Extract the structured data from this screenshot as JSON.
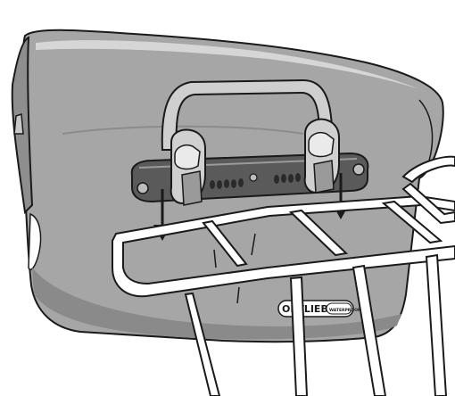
{
  "logo": {
    "brand_text": "ORTLIEB",
    "badge_text": "WATERPROOF"
  },
  "arrows": {
    "count": 2,
    "direction": "down"
  },
  "colors": {
    "bag_body": "#a6a6a6",
    "bag_shadow": "#7a7a7a",
    "bag_highlight": "#d2d2d2",
    "rail": "#555555",
    "rack": "#ffffff",
    "outline": "#1a1a1a",
    "background": "#ffffff"
  }
}
